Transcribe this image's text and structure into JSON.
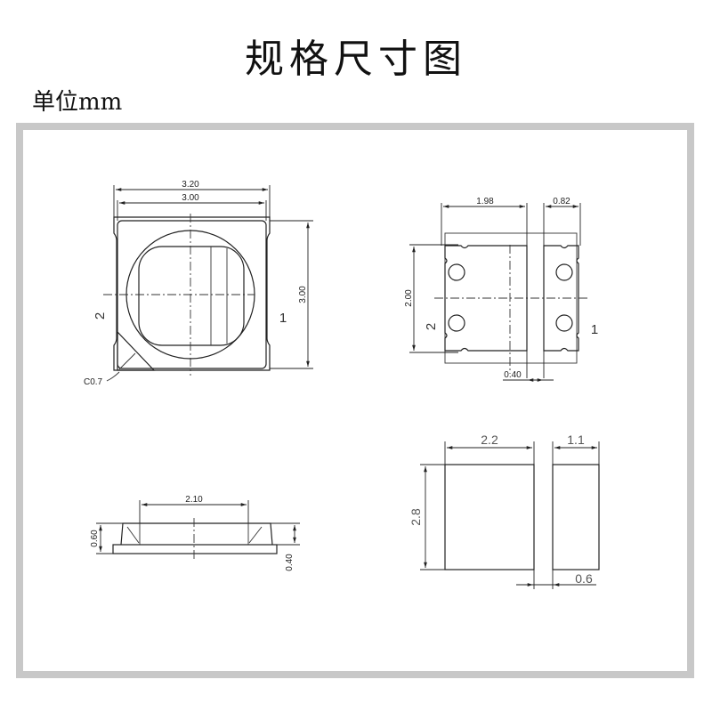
{
  "title": "规格尺寸图",
  "unit_label": "单位mm",
  "top_view": {
    "width_outer": "3.20",
    "width_inner": "3.00",
    "height": "3.00",
    "chamfer": "C0.7",
    "pin_left": "2",
    "pin_right": "1"
  },
  "bottom_view": {
    "pad_width": "1.98",
    "pad_small_width": "0.82",
    "pad_height": "2.00",
    "gap": "0.40",
    "pin_left": "2",
    "pin_right": "1"
  },
  "side_view": {
    "top_width": "2.10",
    "height_total": "0.60",
    "base_height": "0.40"
  },
  "pad_layout": {
    "width_left": "2.2",
    "width_right": "1.1",
    "height": "2.8",
    "gap": "0.6"
  }
}
